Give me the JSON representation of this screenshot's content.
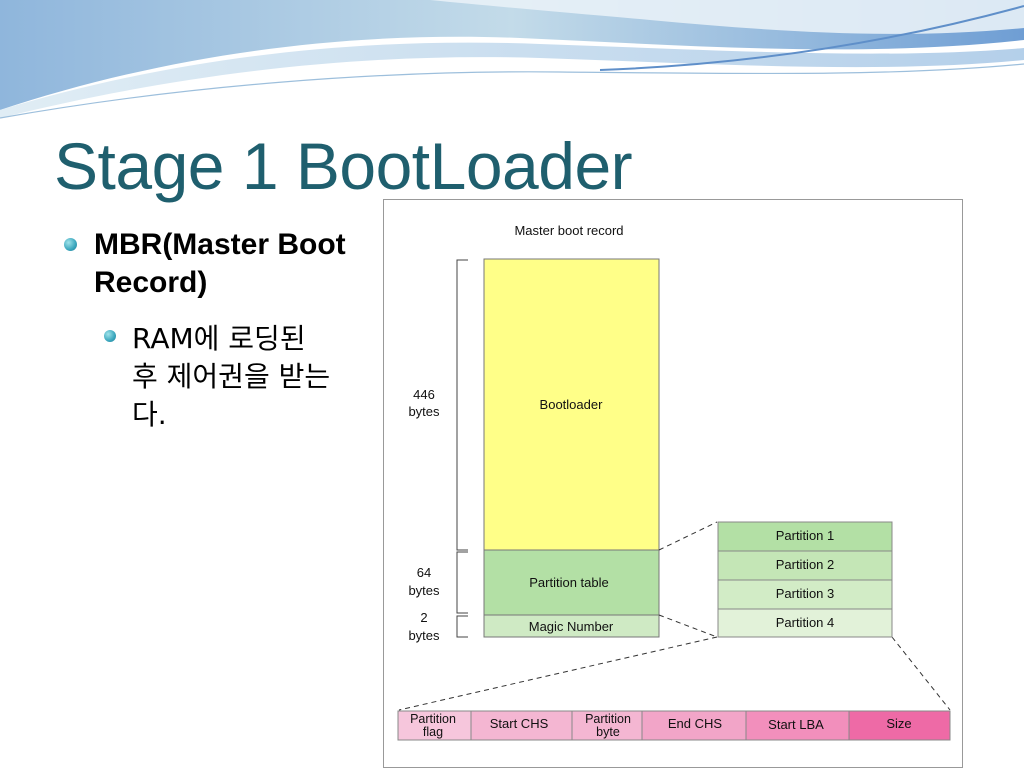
{
  "slide": {
    "title": "Stage 1 BootLoader",
    "bullet_main": "MBR(Master Boot Record)",
    "bullet_sub": "RAM에 로딩된 후 제어권을 받는다."
  },
  "diagram": {
    "caption": "Master boot record",
    "mbr_blocks": [
      {
        "label": "Bootloader",
        "size_value": "446",
        "size_unit": "bytes",
        "color": "#ffff88"
      },
      {
        "label": "Partition table",
        "size_value": "64",
        "size_unit": "bytes",
        "color": "#b3e0a5"
      },
      {
        "label": "Magic Number",
        "size_value": "2",
        "size_unit": "bytes",
        "color": "#cfeac4"
      }
    ],
    "partitions": [
      {
        "label": "Partition 1",
        "color": "#b3e0a5"
      },
      {
        "label": "Partition 2",
        "color": "#c4e6b6"
      },
      {
        "label": "Partition 3",
        "color": "#d2ecc6"
      },
      {
        "label": "Partition 4",
        "color": "#e2f2d9"
      }
    ],
    "entry_fields": [
      {
        "line1": "Partition",
        "line2": "flag",
        "color": "#f6c6dc"
      },
      {
        "line1": "Start CHS",
        "line2": "",
        "color": "#f4b6d2"
      },
      {
        "line1": "Partition",
        "line2": "byte",
        "color": "#f4b6d2"
      },
      {
        "line1": "End CHS",
        "line2": "",
        "color": "#f2a5c8"
      },
      {
        "line1": "Start LBA",
        "line2": "",
        "color": "#f28fbc"
      },
      {
        "line1": "Size",
        "line2": "",
        "color": "#ee6aa6"
      }
    ]
  }
}
